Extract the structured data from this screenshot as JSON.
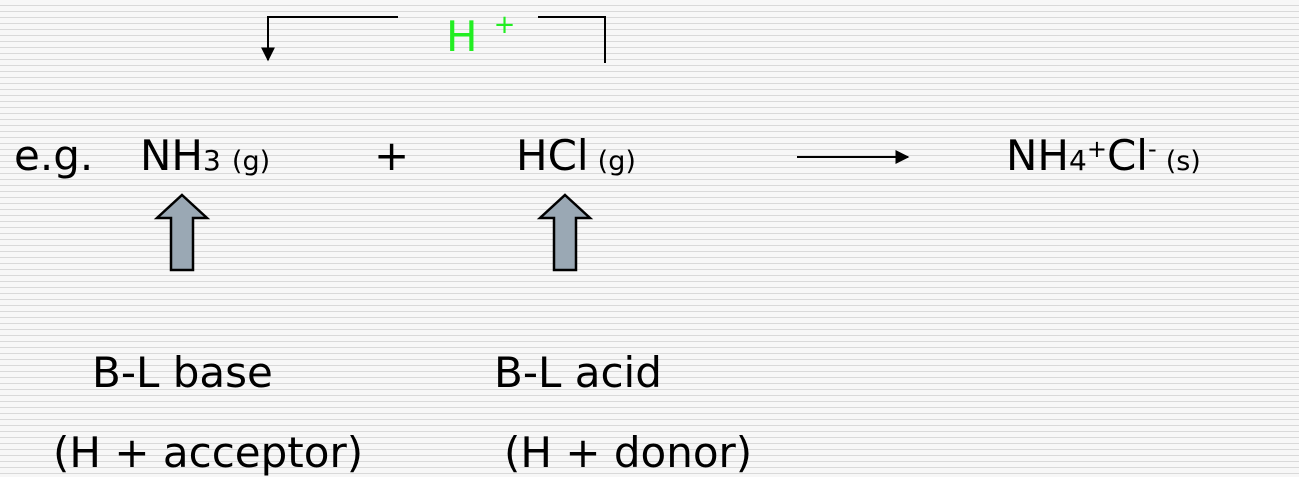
{
  "proton_transfer": {
    "label_h": "H",
    "label_plus": "+",
    "color": "#22ee22"
  },
  "equation": {
    "prefix": "e.g.",
    "reactant1": {
      "main": "NH",
      "subscript": "3",
      "state": "(g)"
    },
    "plus": "+",
    "reactant2": {
      "main": "HCl",
      "state": "(g)"
    },
    "product": {
      "part1": "NH",
      "subscript": "4",
      "charge1": "+",
      "part2": "Cl",
      "charge2": "-",
      "state": "(s)"
    }
  },
  "labels": {
    "base": {
      "title": "B-L base",
      "role": "(H + acceptor)"
    },
    "acid": {
      "title": "B-L acid",
      "role": "(H + donor)"
    }
  },
  "colors": {
    "arrow_fill": "#9aa8b4",
    "arrow_stroke": "#000000"
  }
}
